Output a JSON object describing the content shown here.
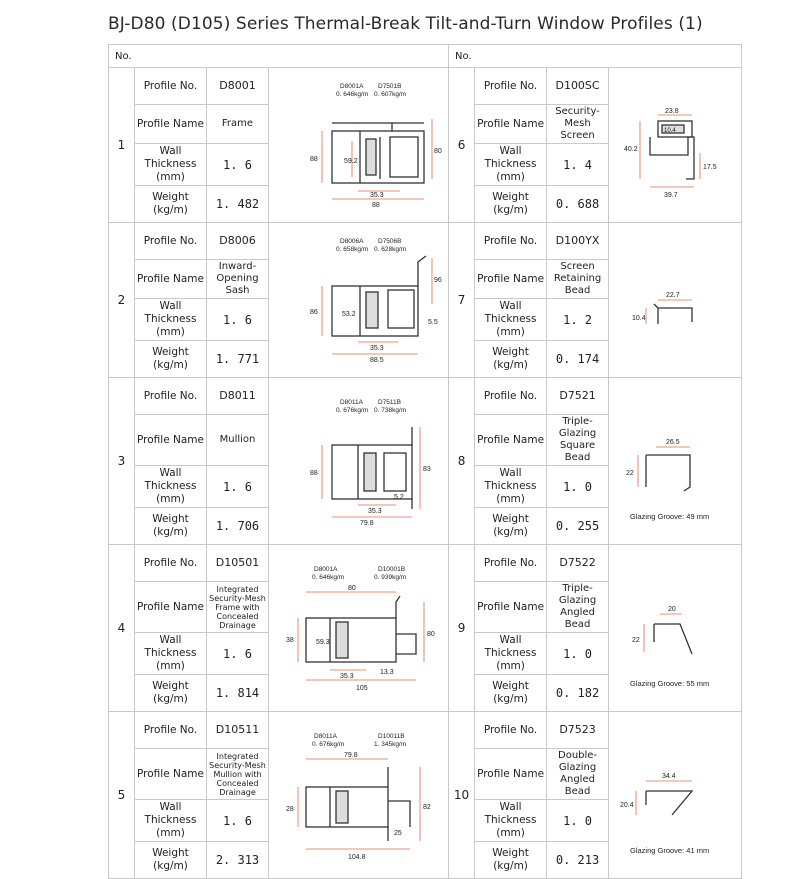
{
  "page_title": "BJ-D80 (D105) Series Thermal-Break Tilt-and-Turn Window Profiles (1)",
  "header": {
    "no_left": "No.",
    "no_right": "No."
  },
  "row_labels": {
    "profile_no": "Profile No.",
    "profile_name": "Profile Name",
    "wall_thickness": "Wall Thickness (mm)",
    "weight": "Weight (kg/m)"
  },
  "left": [
    {
      "no": "1",
      "profile_no": "D8001",
      "profile_name": "Frame",
      "wall_thickness": "1. 6",
      "weight": "1. 482",
      "fig": {
        "part_a": "D8001A",
        "weight_a": "0. 646kg/m",
        "part_b": "D7501B",
        "weight_b": "0. 607kg/m",
        "dim_height": "88",
        "dim_inner": "59.2",
        "dim_right": "80",
        "dim_mid": "35.3",
        "dim_width": "88"
      }
    },
    {
      "no": "2",
      "profile_no": "D8006",
      "profile_name": "Inward-Opening Sash",
      "wall_thickness": "1. 6",
      "weight": "1. 771",
      "fig": {
        "part_a": "D8006A",
        "weight_a": "0. 658kg/m",
        "part_b": "D7506B",
        "weight_b": "0. 628kg/m",
        "dim_height": "86",
        "dim_inner": "53.2",
        "dim_right": "96",
        "dim_mid": "35.3",
        "dim_side": "5.5",
        "dim_width": "88.5"
      }
    },
    {
      "no": "3",
      "profile_no": "D8011",
      "profile_name": "Mullion",
      "wall_thickness": "1. 6",
      "weight": "1. 706",
      "fig": {
        "part_a": "D8011A",
        "weight_a": "0. 676kg/m",
        "part_b": "D7511B",
        "weight_b": "0. 738kg/m",
        "dim_height": "88",
        "dim_right": "83",
        "dim_mid": "35.3",
        "dim_side": "5.2",
        "dim_width": "79.8"
      }
    },
    {
      "no": "4",
      "profile_no": "D10501",
      "profile_name": "Integrated Security-Mesh Frame with Concealed Drainage",
      "wall_thickness": "1. 6",
      "weight": "1. 814",
      "fig": {
        "part_a": "D8001A",
        "weight_a": "0. 646kg/m",
        "part_b": "D10001B",
        "weight_b": "0. 939kg/m",
        "dim_top": "80",
        "dim_height": "38",
        "dim_inner": "59.3",
        "dim_right": "80",
        "dim_mid": "35.3",
        "dim_side": "13.3",
        "dim_width": "105"
      }
    },
    {
      "no": "5",
      "profile_no": "D10511",
      "profile_name": "Integrated Security-Mesh Mullion with Concealed Drainage",
      "wall_thickness": "1. 6",
      "weight": "2. 313",
      "fig": {
        "part_a": "D8011A",
        "weight_a": "0. 676kg/m",
        "part_b": "D10011B",
        "weight_b": "1. 345kg/m",
        "dim_top": "79.8",
        "dim_height": "28",
        "dim_right": "82",
        "dim_side": "25",
        "dim_width": "104.8"
      }
    }
  ],
  "right": [
    {
      "no": "6",
      "profile_no": "D100SC",
      "profile_name": "Security-Mesh Screen",
      "wall_thickness": "1. 4",
      "weight": "0. 688",
      "fig": {
        "dim_top": "23.8",
        "dim_inner": "10.4",
        "dim_left": "40.2",
        "dim_right": "17.5",
        "dim_bottom": "39.7"
      }
    },
    {
      "no": "7",
      "profile_no": "D100YX",
      "profile_name": "Screen Retaining Bead",
      "wall_thickness": "1. 2",
      "weight": "0. 174",
      "fig": {
        "dim_top": "22.7",
        "dim_left": "10.4"
      }
    },
    {
      "no": "8",
      "profile_no": "D7521",
      "profile_name": "Triple-Glazing Square Bead",
      "wall_thickness": "1. 0",
      "weight": "0. 255",
      "fig": {
        "dim_top": "26.5",
        "dim_left": "22",
        "caption": "Glazing Groove: 49 mm"
      }
    },
    {
      "no": "9",
      "profile_no": "D7522",
      "profile_name": "Triple-Glazing Angled Bead",
      "wall_thickness": "1. 0",
      "weight": "0. 182",
      "fig": {
        "dim_top": "20",
        "dim_left": "22",
        "caption": "Glazing Groove: 55 mm"
      }
    },
    {
      "no": "10",
      "profile_no": "D7523",
      "profile_name": "Double-Glazing Angled Bead",
      "wall_thickness": "1. 0",
      "weight": "0. 213",
      "fig": {
        "dim_top": "34.4",
        "dim_left": "20.4",
        "caption": "Glazing Groove: 41 mm"
      }
    }
  ]
}
